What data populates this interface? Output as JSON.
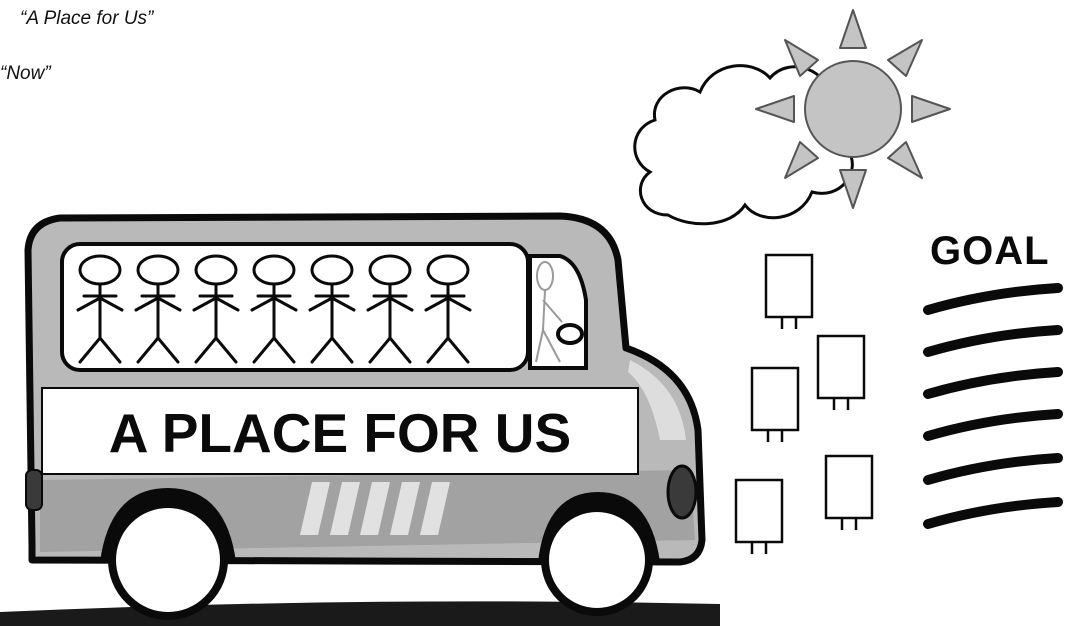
{
  "captions": {
    "title": "“A Place for Us”",
    "subtitle": "“Now”"
  },
  "bus": {
    "banner_text": "A PLACE FOR US",
    "passenger_count": 7
  },
  "goal": {
    "label": "GOAL",
    "stripe_count": 6
  },
  "signs": {
    "count": 5
  },
  "colors": {
    "bus_body": "#b9b9b9",
    "sun": "#c4c4c4",
    "outline": "#0a0a0a",
    "background": "#ffffff"
  },
  "icons": [
    "cloud-icon",
    "sun-icon",
    "bus-icon",
    "stick-figure-icon",
    "sign-icon",
    "goal-stripes-icon"
  ]
}
